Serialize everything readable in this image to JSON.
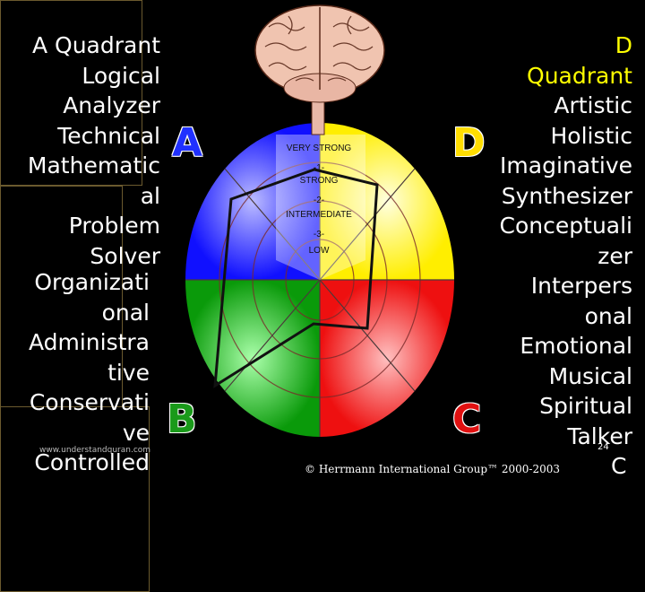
{
  "quadrant_a": {
    "label": "A Quadrant",
    "lines": [
      "Logical",
      "Analyzer",
      "Technical",
      "Mathematic",
      "al",
      "Problem",
      "Solver"
    ],
    "letter": "A"
  },
  "quadrant_b": {
    "lines": [
      "Organizati",
      "onal",
      "Administra",
      "tive",
      "Conservati",
      "ve",
      "Controlled"
    ],
    "letter": "B"
  },
  "quadrant_c": {
    "letter": "C",
    "corner_label": "C"
  },
  "quadrant_d": {
    "label_1": "D",
    "label_2": "Quadrant",
    "lines": [
      "Artistic",
      "Holistic",
      "Imaginative",
      "Synthesizer",
      "Conceptuali",
      "zer",
      "Interpers",
      "onal",
      "Emotional",
      "Musical",
      "Spiritual",
      "Talker"
    ],
    "letter": "D"
  },
  "scale": {
    "labels": [
      "VERY STRONG",
      "-1-",
      "STRONG",
      "-2-",
      "INTERMEDIATE",
      "-3-",
      "LOW"
    ]
  },
  "footer": {
    "website": "www.understandquran.com",
    "copyright": "© Herrmann International Group™ 2000-2003",
    "page_number": "24"
  },
  "colors": {
    "a": "#1a1aff",
    "b": "#14b014",
    "c": "#ff2a2a",
    "d": "#ffff00"
  },
  "icon": "brain-icon"
}
